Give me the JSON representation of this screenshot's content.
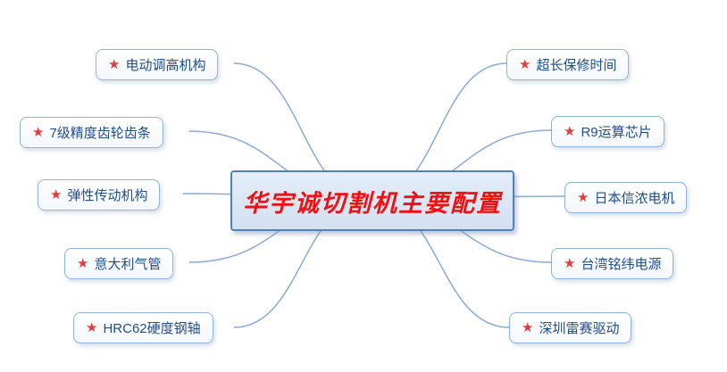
{
  "diagram": {
    "type": "mindmap",
    "center": {
      "label": "华宇诚切割机主要配置"
    },
    "nodes": {
      "left": [
        {
          "label": "电动调高机构"
        },
        {
          "label": "7级精度齿轮齿条"
        },
        {
          "label": "弹性传动机构"
        },
        {
          "label": "意大利气管"
        },
        {
          "label": "HRC62硬度钢轴"
        }
      ],
      "right": [
        {
          "label": "超长保修时间"
        },
        {
          "label": "R9运算芯片"
        },
        {
          "label": "日本信浓电机"
        },
        {
          "label": "台湾铭纬电源"
        },
        {
          "label": "深圳雷赛驱动"
        }
      ]
    }
  },
  "icons": {
    "star": "★"
  },
  "colors": {
    "center_text": "#ee1111",
    "center_border": "#4f81bd",
    "center_fill": "#d9e4f3",
    "node_border": "#8db3e2",
    "node_text": "#1f4e8c",
    "star": "#e03c3c",
    "connector": "#88abd9",
    "background": "#ffffff"
  }
}
